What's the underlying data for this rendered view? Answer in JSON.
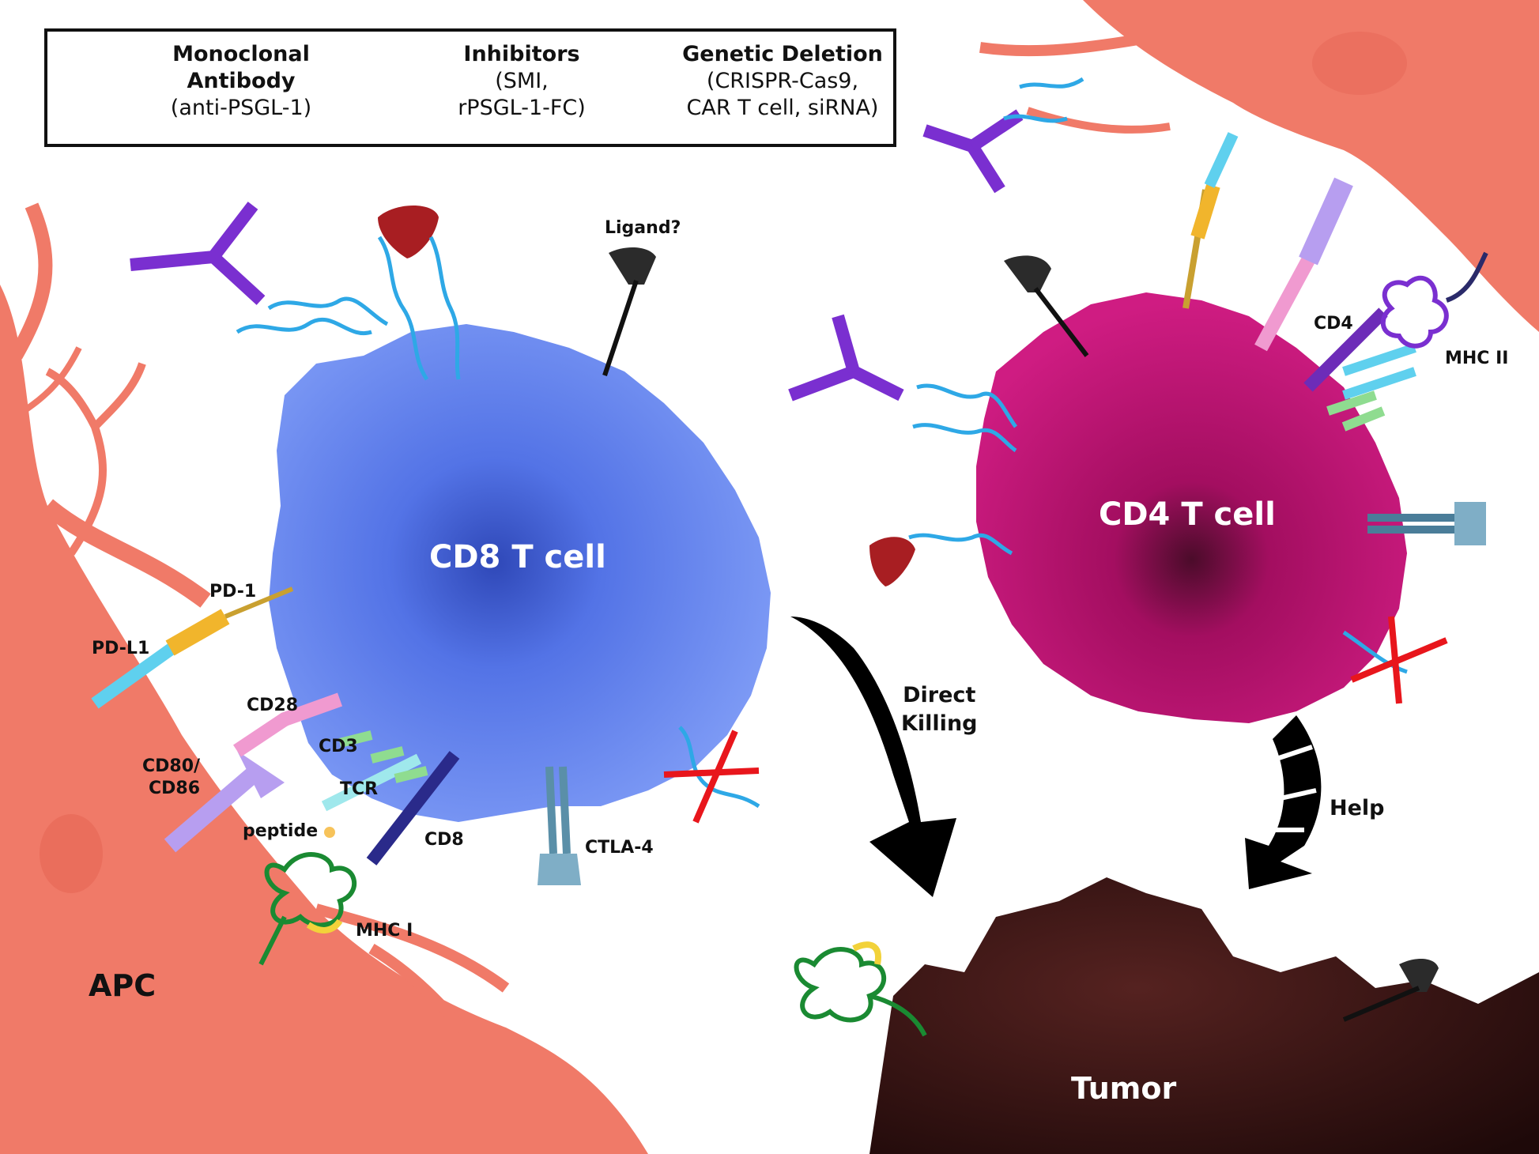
{
  "legend": {
    "antibody": {
      "title": "Monoclonal Antibody",
      "sub": "(anti-PSGL-1)",
      "icon": "antibody-icon"
    },
    "inhibitor": {
      "title": "Inhibitors",
      "sub1": "(SMI,",
      "sub2": "rPSGL-1-FC)",
      "icon": "inhibitor-icon"
    },
    "deletion": {
      "title": "Genetic Deletion",
      "sub1": "(CRISPR-Cas9,",
      "sub2": "CAR T cell, siRNA)",
      "icon": "genetic-deletion-icon"
    }
  },
  "cells": {
    "cd8": "CD8 T cell",
    "cd4": "CD4 T cell",
    "apc": "APC",
    "tumor": "Tumor"
  },
  "labels": {
    "ligand": "Ligand?",
    "pd1": "PD-1",
    "pdl1": "PD-L1",
    "cd28": "CD28",
    "cd80": "CD80/",
    "cd86": "CD86",
    "cd3": "CD3",
    "tcr": "TCR",
    "peptide": "peptide",
    "cd8": "CD8",
    "ctla4": "CTLA-4",
    "mhc1": "MHC I",
    "cd4": "CD4",
    "mhc2": "MHC II"
  },
  "arrows": {
    "direct_1": "Direct",
    "direct_2": "Killing",
    "help": "Help"
  },
  "colors": {
    "cd8_cell": "#6f8cf0",
    "cd4_cell": "#c5127a",
    "apc": "#f07a68",
    "tumor": "#3b1513",
    "antibody": "#7a2fd0",
    "inhibitor": "#a81e22",
    "psgl1": "#2ea8e6",
    "deletion_cross": "#e8161c"
  }
}
